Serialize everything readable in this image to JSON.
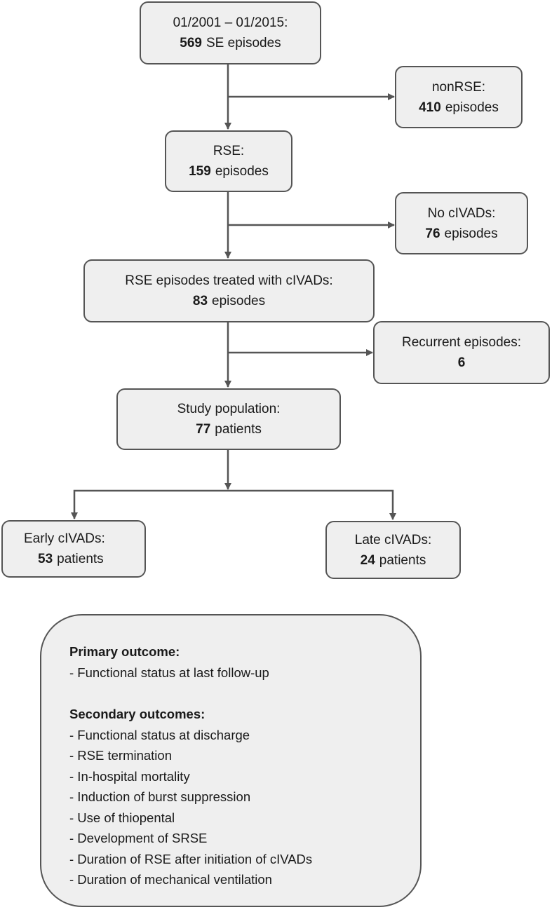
{
  "boxes": {
    "start": {
      "line1": "01/2001 – 01/2015:",
      "count": "569",
      "rest": "SE episodes"
    },
    "nonrse": {
      "line1": "nonRSE:",
      "count": "410",
      "rest": "episodes"
    },
    "rse": {
      "line1": "RSE:",
      "count": "159",
      "rest": "episodes"
    },
    "no_civads": {
      "line1": "No cIVADs:",
      "count": "76",
      "rest": "episodes"
    },
    "treated": {
      "line1": "RSE episodes treated with cIVADs:",
      "count": "83",
      "rest": "episodes"
    },
    "recurrent": {
      "line1": "Recurrent episodes:",
      "count": "6",
      "rest": ""
    },
    "study": {
      "line1": "Study population:",
      "count": "77",
      "rest": "patients"
    },
    "early": {
      "line1": "Early cIVADs:",
      "count": "53",
      "rest": "patients"
    },
    "late": {
      "line1": "Late cIVADs:",
      "count": "24",
      "rest": "patients"
    }
  },
  "outcomes": {
    "primary_title": "Primary outcome:",
    "primary_items": [
      "- Functional status at last follow-up"
    ],
    "secondary_title": "Secondary outcomes:",
    "secondary_items": [
      "- Functional status at discharge",
      "- RSE termination",
      "- In-hospital mortality",
      "- Induction of burst suppression",
      "- Use of thiopental",
      "- Development of SRSE",
      "- Duration of RSE after initiation of cIVADs",
      "- Duration of mechanical ventilation"
    ]
  },
  "colors": {
    "box_fill": "#efefef",
    "border": "#555555",
    "arrow": "#555555"
  }
}
